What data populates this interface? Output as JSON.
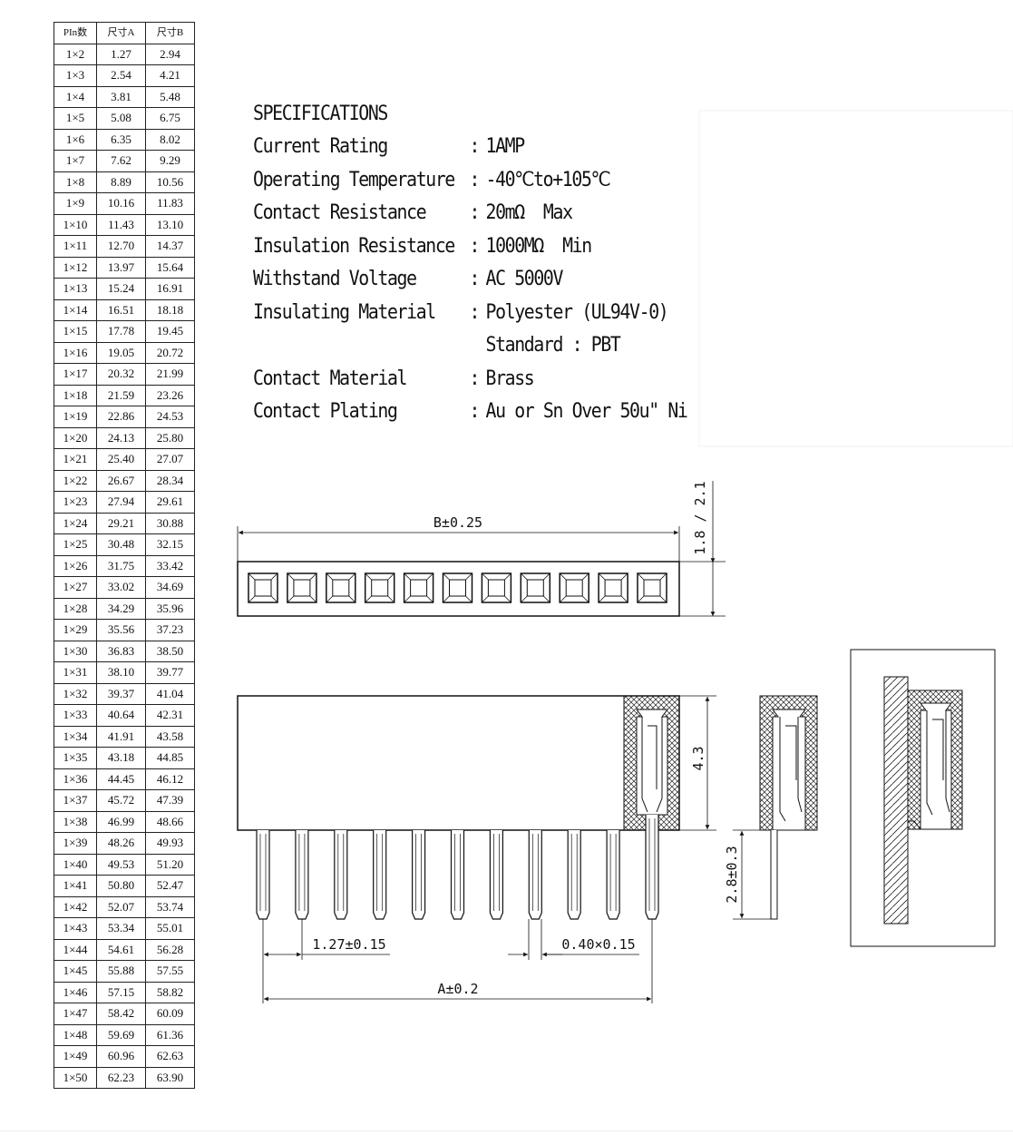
{
  "table": {
    "headers": [
      "PIn数",
      "尺寸A",
      "尺寸B"
    ],
    "rows": [
      [
        "1×2",
        "1.27",
        "2.94"
      ],
      [
        "1×3",
        "2.54",
        "4.21"
      ],
      [
        "1×4",
        "3.81",
        "5.48"
      ],
      [
        "1×5",
        "5.08",
        "6.75"
      ],
      [
        "1×6",
        "6.35",
        "8.02"
      ],
      [
        "1×7",
        "7.62",
        "9.29"
      ],
      [
        "1×8",
        "8.89",
        "10.56"
      ],
      [
        "1×9",
        "10.16",
        "11.83"
      ],
      [
        "1×10",
        "11.43",
        "13.10"
      ],
      [
        "1×11",
        "12.70",
        "14.37"
      ],
      [
        "1×12",
        "13.97",
        "15.64"
      ],
      [
        "1×13",
        "15.24",
        "16.91"
      ],
      [
        "1×14",
        "16.51",
        "18.18"
      ],
      [
        "1×15",
        "17.78",
        "19.45"
      ],
      [
        "1×16",
        "19.05",
        "20.72"
      ],
      [
        "1×17",
        "20.32",
        "21.99"
      ],
      [
        "1×18",
        "21.59",
        "23.26"
      ],
      [
        "1×19",
        "22.86",
        "24.53"
      ],
      [
        "1×20",
        "24.13",
        "25.80"
      ],
      [
        "1×21",
        "25.40",
        "27.07"
      ],
      [
        "1×22",
        "26.67",
        "28.34"
      ],
      [
        "1×23",
        "27.94",
        "29.61"
      ],
      [
        "1×24",
        "29.21",
        "30.88"
      ],
      [
        "1×25",
        "30.48",
        "32.15"
      ],
      [
        "1×26",
        "31.75",
        "33.42"
      ],
      [
        "1×27",
        "33.02",
        "34.69"
      ],
      [
        "1×28",
        "34.29",
        "35.96"
      ],
      [
        "1×29",
        "35.56",
        "37.23"
      ],
      [
        "1×30",
        "36.83",
        "38.50"
      ],
      [
        "1×31",
        "38.10",
        "39.77"
      ],
      [
        "1×32",
        "39.37",
        "41.04"
      ],
      [
        "1×33",
        "40.64",
        "42.31"
      ],
      [
        "1×34",
        "41.91",
        "43.58"
      ],
      [
        "1×35",
        "43.18",
        "44.85"
      ],
      [
        "1×36",
        "44.45",
        "46.12"
      ],
      [
        "1×37",
        "45.72",
        "47.39"
      ],
      [
        "1×38",
        "46.99",
        "48.66"
      ],
      [
        "1×39",
        "48.26",
        "49.93"
      ],
      [
        "1×40",
        "49.53",
        "51.20"
      ],
      [
        "1×41",
        "50.80",
        "52.47"
      ],
      [
        "1×42",
        "52.07",
        "53.74"
      ],
      [
        "1×43",
        "53.34",
        "55.01"
      ],
      [
        "1×44",
        "54.61",
        "56.28"
      ],
      [
        "1×45",
        "55.88",
        "57.55"
      ],
      [
        "1×46",
        "57.15",
        "58.82"
      ],
      [
        "1×47",
        "58.42",
        "60.09"
      ],
      [
        "1×48",
        "59.69",
        "61.36"
      ],
      [
        "1×49",
        "60.96",
        "62.63"
      ],
      [
        "1×50",
        "62.23",
        "63.90"
      ]
    ]
  },
  "specs": {
    "title": "SPECIFICATIONS",
    "rows": [
      {
        "label": "Current Rating",
        "value": "1AMP"
      },
      {
        "label": "Operating Temperature",
        "value": "-40℃to+105℃"
      },
      {
        "label": "Contact Resistance",
        "value": "20mΩ  Max"
      },
      {
        "label": "Insulation Resistance",
        "value": "1000MΩ  Min"
      },
      {
        "label": "Withstand Voltage",
        "value": "AC 5000V"
      },
      {
        "label": "Insulating Material",
        "value": "Polyester (UL94V-0)"
      },
      {
        "label": "",
        "value": "Standard : PBT"
      },
      {
        "label": "Contact Material",
        "value": "Brass"
      },
      {
        "label": "Contact Plating",
        "value": "Au or Sn Over 50u\" Ni"
      }
    ],
    "colon": ":"
  },
  "dimensions": {
    "width_b": "B±0.25",
    "height_top": "1.8 / 2.1",
    "body_height": "4.3",
    "pin_length": "2.8±0.3",
    "pitch": "1.27±0.15",
    "pin_size": "0.40×0.15",
    "width_a": "A±0.2"
  },
  "drawing": {
    "pin_count": 11
  }
}
